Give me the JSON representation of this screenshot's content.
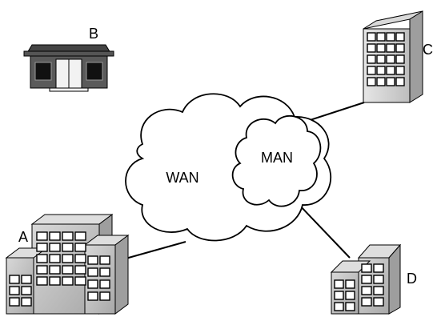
{
  "diagram": {
    "clouds": {
      "wan_label": "WAN",
      "man_label": "MAN"
    },
    "buildings": {
      "a_label": "A",
      "b_label": "B",
      "c_label": "C",
      "d_label": "D"
    },
    "links": [
      {
        "from": "A",
        "to": "WAN"
      },
      {
        "from": "C",
        "to": "MAN"
      },
      {
        "from": "D",
        "to": "MAN"
      }
    ]
  }
}
